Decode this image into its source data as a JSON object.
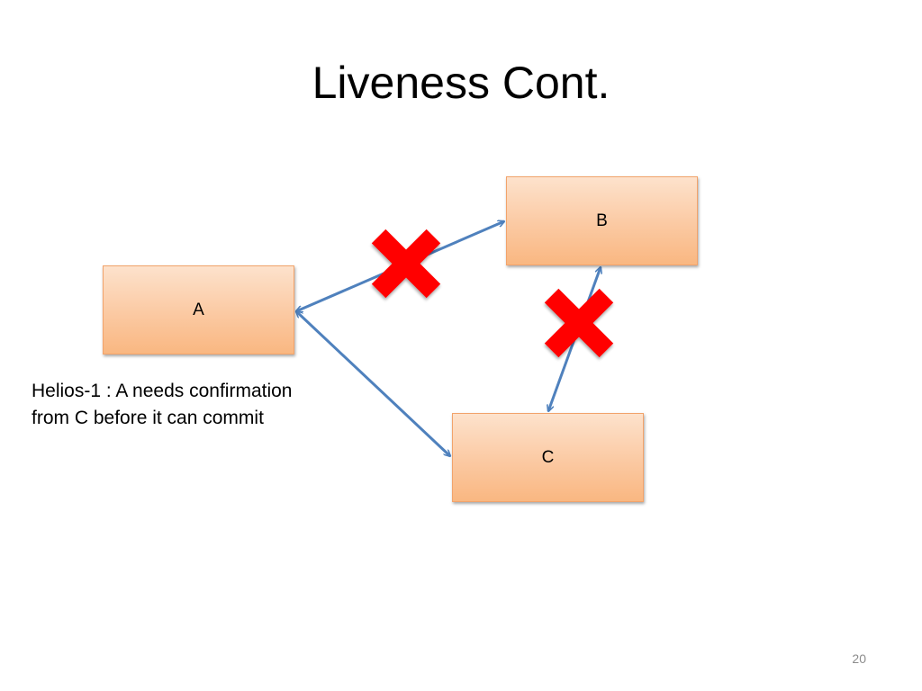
{
  "slide": {
    "title": "Liveness Cont.",
    "page_number": "20"
  },
  "nodes": {
    "a": {
      "label": "A"
    },
    "b": {
      "label": "B"
    },
    "c": {
      "label": "C"
    }
  },
  "caption": {
    "line1": "Helios-1 : A needs confirmation",
    "line2": "from  C before it can commit"
  },
  "links": [
    {
      "from": "A",
      "to": "B",
      "broken": true
    },
    {
      "from": "A",
      "to": "C",
      "broken": false
    },
    {
      "from": "B",
      "to": "C",
      "broken": true
    }
  ],
  "colors": {
    "arrow": "#4f81bd",
    "broken_mark": "#ff0000",
    "node_fill": "#fbc9a2",
    "node_border": "#f2a36b"
  },
  "icons": {
    "broken_mark": "cross-icon"
  }
}
